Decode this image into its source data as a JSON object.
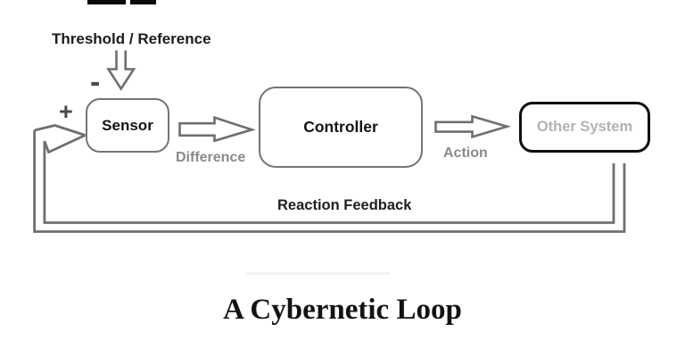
{
  "diagram": {
    "title": "A Cybernetic Loop",
    "labels": {
      "threshold": "Threshold / Reference",
      "minus": "-",
      "plus": "+",
      "difference": "Difference",
      "action": "Action",
      "reaction_feedback": "Reaction Feedback"
    },
    "nodes": [
      {
        "id": "sensor",
        "label": "Sensor"
      },
      {
        "id": "controller",
        "label": "Controller"
      },
      {
        "id": "other-system",
        "label": "Other System"
      }
    ],
    "connectors": [
      {
        "name": "threshold-down-arrow",
        "from": "threshold-reference",
        "to": "sensor",
        "direction": "down"
      },
      {
        "name": "difference-arrow",
        "from": "sensor",
        "to": "controller",
        "direction": "right"
      },
      {
        "name": "action-arrow",
        "from": "controller",
        "to": "other-system",
        "direction": "right"
      },
      {
        "name": "reaction-feedback-loop",
        "from": "other-system",
        "to": "sensor",
        "direction": "down-left-up"
      }
    ],
    "colors": {
      "stroke_gray": "#6f6f6f",
      "box_border_gray": "#747474",
      "other_system_border": "#0d0d0d",
      "label_gray": "#8a8a8a",
      "sign_gray": "#4a4a4a",
      "text_black": "#1c1c1c",
      "other_system_text": "#b3b3b3",
      "background": "#ffffff"
    }
  }
}
